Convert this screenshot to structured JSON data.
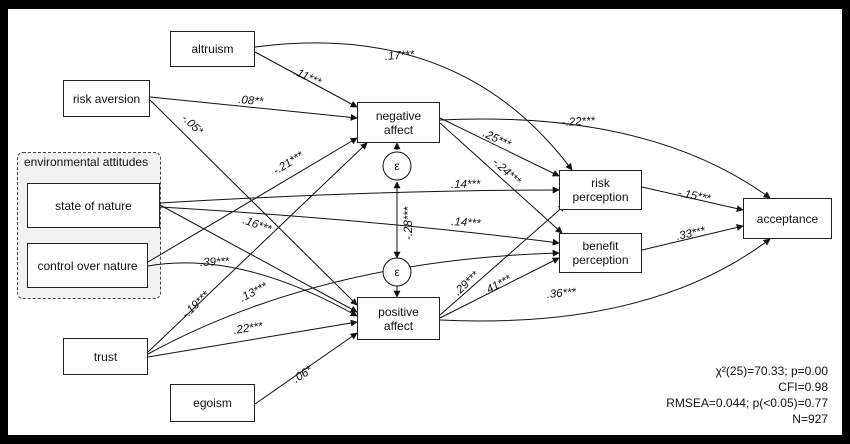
{
  "group": {
    "title": "environmental attitudes"
  },
  "nodes": {
    "altruism": "altruism",
    "risk_aversion": "risk aversion",
    "state_of_nature": "state of nature",
    "control_over_nature": "control over nature",
    "trust": "trust",
    "egoism": "egoism",
    "negative_affect": "negative\naffect",
    "positive_affect": "positive\naffect",
    "risk_perception": "risk\nperception",
    "benefit_perception": "benefit\nperception",
    "acceptance": "acceptance"
  },
  "error_terms": {
    "negative": "ε",
    "positive": "ε"
  },
  "coefficients": {
    "altruism_negative": ".11***",
    "altruism_risk": ".17***",
    "riskaversion_negative": ".08**",
    "riskaversion_positive": "-.05*",
    "control_negative": "-.21***",
    "state_risk": ".14***",
    "state_positive": ".16***",
    "state_benefit": ".14***",
    "control_positive": ".39***",
    "trust_negative": "-.19***",
    "trust_benefit": ".13***",
    "trust_positive": ".22***",
    "egoism_positive": ".06*",
    "error_covariance": "-.28***",
    "negative_risk": ".25***",
    "negative_benefit": "-.24***",
    "negative_acceptance": "-.22***",
    "positive_risk": ".29***",
    "positive_benefit": ".41***",
    "positive_acceptance": ".36***",
    "risk_acceptance": "-.15***",
    "benefit_acceptance": ".33***"
  },
  "fit": {
    "chi_square": "χ²(25)=70.33; p=0.00",
    "cfi": "CFI=0.98",
    "rmsea": "RMSEA=0.044; p(<0.05)=0.77",
    "n": "N=927"
  }
}
